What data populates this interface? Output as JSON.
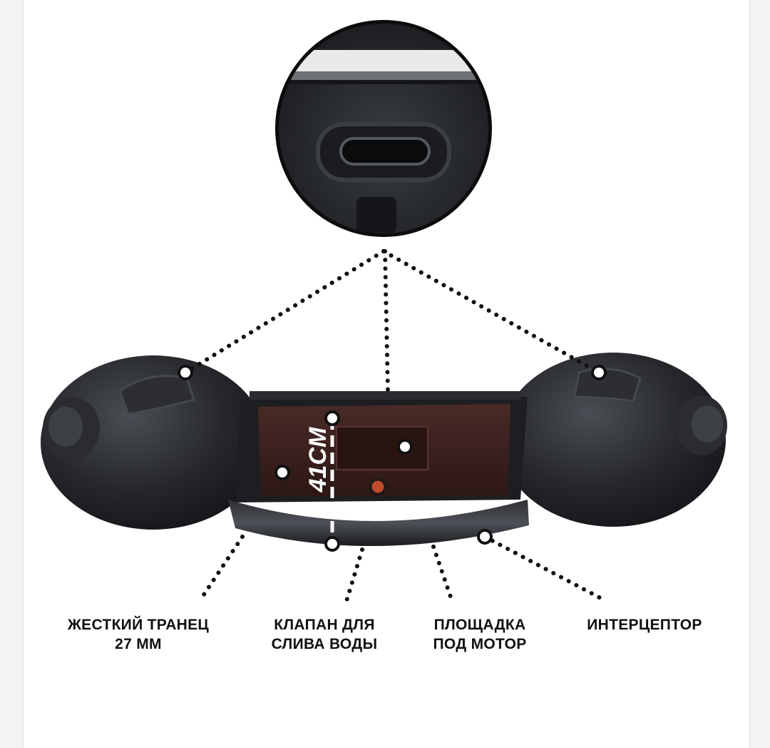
{
  "measurement": {
    "text": "41СМ"
  },
  "callouts": [
    {
      "id": "transom",
      "lines": [
        "ЖЕСТКИЙ ТРАНЕЦ",
        "27 ММ"
      ]
    },
    {
      "id": "drain-valve",
      "lines": [
        "КЛАПАН ДЛЯ",
        "СЛИВА ВОДЫ"
      ]
    },
    {
      "id": "motor-pad",
      "lines": [
        "ПЛОЩАДКА",
        "ПОД МОТОР"
      ]
    },
    {
      "id": "interceptor",
      "lines": [
        "ИНТЕРЦЕПТОР"
      ]
    }
  ],
  "colors": {
    "tube": "#1f2125",
    "transom_board": "#3a1f1d",
    "marker": "#ffffff",
    "dots": "#111111"
  }
}
